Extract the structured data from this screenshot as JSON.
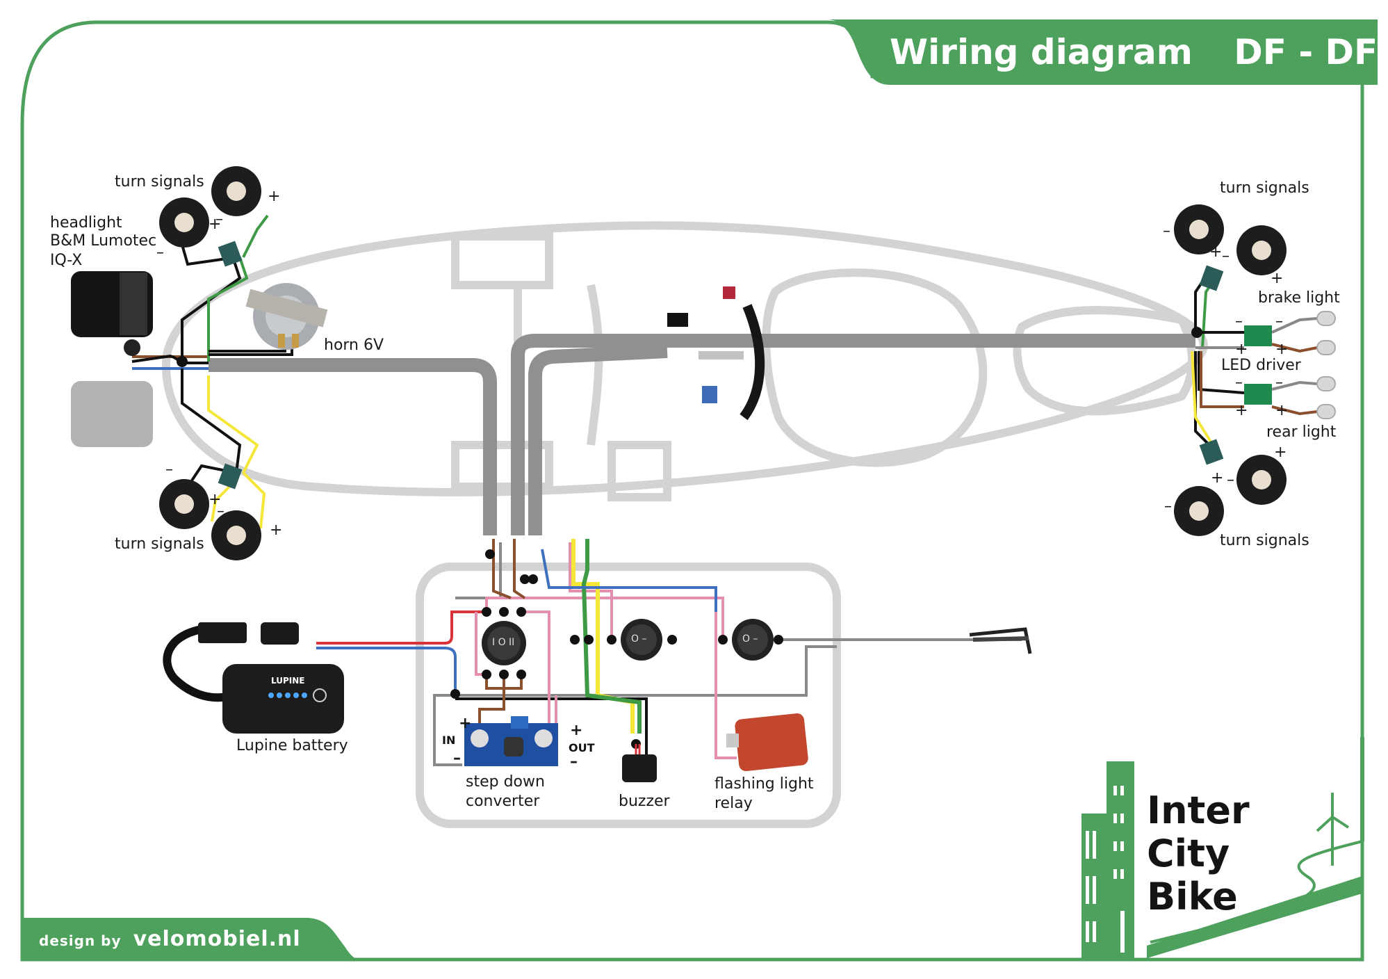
{
  "header": {
    "title": "Wiring diagram",
    "model": "DF - DF XL"
  },
  "footer": {
    "design_by": "design by",
    "site": "velomobiel.nl"
  },
  "logo": {
    "line1": "Inter",
    "line2": "City",
    "line3": "Bike"
  },
  "colors": {
    "brand_green": "#4ea05d",
    "body_outline": "#d3d3d3",
    "cable_grey": "#8f9091",
    "wire_black": "#111111",
    "wire_brown": "#8a4f2c",
    "wire_green": "#3f9a45",
    "wire_yellow": "#f5e63a",
    "wire_blue": "#3f6fbf",
    "wire_red": "#d8333a",
    "wire_pink": "#e58fb0",
    "wire_grey": "#888888"
  },
  "components": {
    "front_turn_signals_top": {
      "label": "turn signals",
      "plus": "+",
      "minus": "–"
    },
    "headlight": {
      "line1": "headlight",
      "line2": "B&M Lumotec",
      "line3": "IQ-X"
    },
    "horn": {
      "label": "horn 6V"
    },
    "front_turn_signals_bottom": {
      "label": "turn signals",
      "plus": "+",
      "minus": "–"
    },
    "rear_turn_signals_top": {
      "label": "turn signals",
      "plus": "+",
      "minus": "–"
    },
    "brake_light": {
      "label": "brake light"
    },
    "led_driver": {
      "label": "LED driver",
      "plus": "+",
      "minus": "–"
    },
    "rear_light": {
      "label": "rear light"
    },
    "rear_turn_signals_bottom": {
      "label": "turn signals",
      "plus": "+",
      "minus": "–"
    },
    "battery": {
      "label": "Lupine battery",
      "brand": "LUPINE"
    },
    "step_down": {
      "line1": "step down",
      "line2": "converter",
      "in": "IN",
      "out": "OUT",
      "plus": "+",
      "minus": "–"
    },
    "buzzer": {
      "label": "buzzer"
    },
    "relay": {
      "line1": "flashing light",
      "line2": "relay"
    },
    "switch_main": {
      "glyph": "I O II"
    },
    "switch_2": {
      "glyph": "O –"
    },
    "switch_3": {
      "glyph": "O –"
    }
  }
}
